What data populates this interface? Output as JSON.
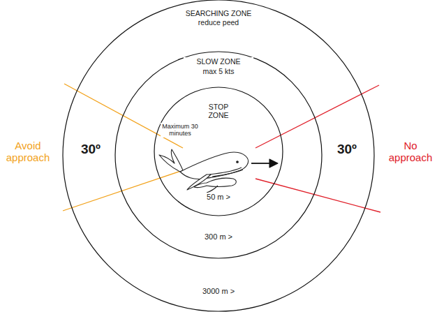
{
  "diagram": {
    "nodes": [
      {
        "text": [
          "SEARCHING ZONE",
          "reduce peed",
          "3000 m >"
        ]
      },
      {
        "text": [
          "SLOW ZONE",
          "max 5 kts",
          "300 m >"
        ],
        "in": 0
      },
      {
        "text": [
          "STOP ZONE",
          "Maximum 30 minutes",
          "50 m >"
        ],
        "in": 1
      }
    ],
    "labels": [
      "30º",
      "30º",
      "Avoid approach",
      "No approach"
    ]
  }
}
